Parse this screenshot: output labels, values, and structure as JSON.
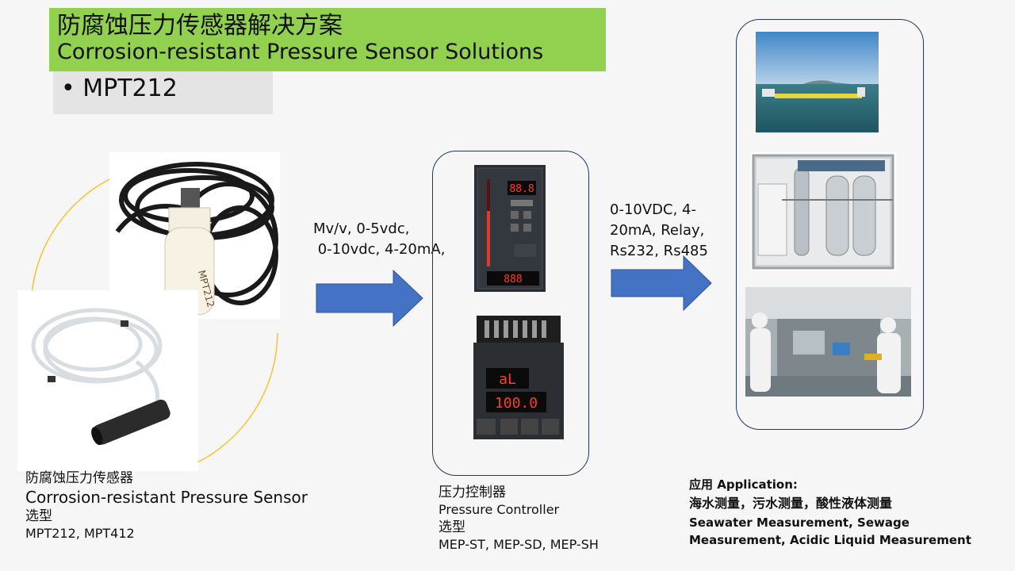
{
  "slide": {
    "title_zh": "防腐蚀压力传感器解决方案",
    "title_en": "Corrosion-resistant Pressure Sensor Solutions",
    "model_bullet": "• MPT212"
  },
  "sensor": {
    "label_zh": "防腐蚀压力传感器",
    "label_en": "Corrosion-resistant Pressure Sensor",
    "selection_label": "选型",
    "models": "MPT212, MPT412",
    "photo_label": "MPT212"
  },
  "signal_input": {
    "line1": "Mv/v, 0-5vdc,",
    "line2": " 0-10vdc, 4-20mA,"
  },
  "controller": {
    "label_zh": "压力控制器",
    "label_en": "Pressure Controller",
    "selection_label": "选型",
    "models": "MEP-ST, MEP-SD, MEP-SH",
    "display_1": "88.8",
    "display_2": "888",
    "display_3": "aL",
    "display_4": "100.0"
  },
  "signal_output": {
    "line1": "0-10VDC, 4-",
    "line2": "20mA, Relay,",
    "line3": "Rs232, Rs485"
  },
  "application": {
    "heading": "应用 Application:",
    "line_zh": "海水测量，污水测量，酸性液体测量",
    "line_en_1": "Seawater Measurement, Sewage",
    "line_en_2": "Measurement, Acidic Liquid Measurement"
  },
  "colors": {
    "banner": "#92d050",
    "model_box": "#e4e4e4",
    "arrow": "#4472c4",
    "panel_border": "#1f3864",
    "arc": "#f4c430"
  }
}
